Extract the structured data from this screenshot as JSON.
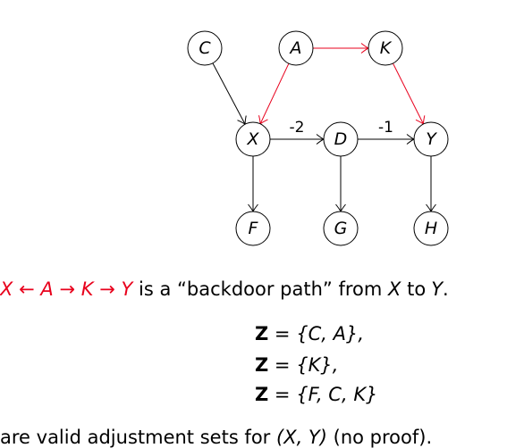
{
  "graph": {
    "nodes": [
      {
        "id": "C",
        "label": "C"
      },
      {
        "id": "A",
        "label": "A"
      },
      {
        "id": "K",
        "label": "K"
      },
      {
        "id": "X",
        "label": "X"
      },
      {
        "id": "D",
        "label": "D"
      },
      {
        "id": "Y",
        "label": "Y"
      },
      {
        "id": "F",
        "label": "F"
      },
      {
        "id": "G",
        "label": "G"
      },
      {
        "id": "H",
        "label": "H"
      }
    ],
    "edges": [
      {
        "from": "C",
        "to": "X",
        "color": "#000000",
        "label": ""
      },
      {
        "from": "A",
        "to": "X",
        "color": "#e8001c",
        "label": ""
      },
      {
        "from": "A",
        "to": "K",
        "color": "#e8001c",
        "label": ""
      },
      {
        "from": "K",
        "to": "Y",
        "color": "#e8001c",
        "label": ""
      },
      {
        "from": "X",
        "to": "D",
        "color": "#000000",
        "label": "-2"
      },
      {
        "from": "D",
        "to": "Y",
        "color": "#000000",
        "label": "-1"
      },
      {
        "from": "X",
        "to": "F",
        "color": "#000000",
        "label": ""
      },
      {
        "from": "D",
        "to": "G",
        "color": "#000000",
        "label": ""
      },
      {
        "from": "Y",
        "to": "H",
        "color": "#000000",
        "label": ""
      }
    ],
    "highlight_color": "#e8001c"
  },
  "statement": {
    "path_nodes": [
      "X",
      "A",
      "K",
      "Y"
    ],
    "path_arrows": [
      "←",
      "→",
      "→"
    ],
    "text_is_a": "is a",
    "quoted_term": "“backdoor path”",
    "text_from": "from",
    "from_var": "X",
    "text_to": "to",
    "to_var": "Y",
    "end_punct": "."
  },
  "adjustment_sets": [
    {
      "var": "Z",
      "eq": "=",
      "set": "{C, A},"
    },
    {
      "var": "Z",
      "eq": "=",
      "set": "{K},"
    },
    {
      "var": "Z",
      "eq": "=",
      "set": "{F, C, K}"
    }
  ],
  "conclusion": {
    "text": "are valid adjustment sets for",
    "pair": "(X, Y)",
    "note": "(no proof)."
  }
}
